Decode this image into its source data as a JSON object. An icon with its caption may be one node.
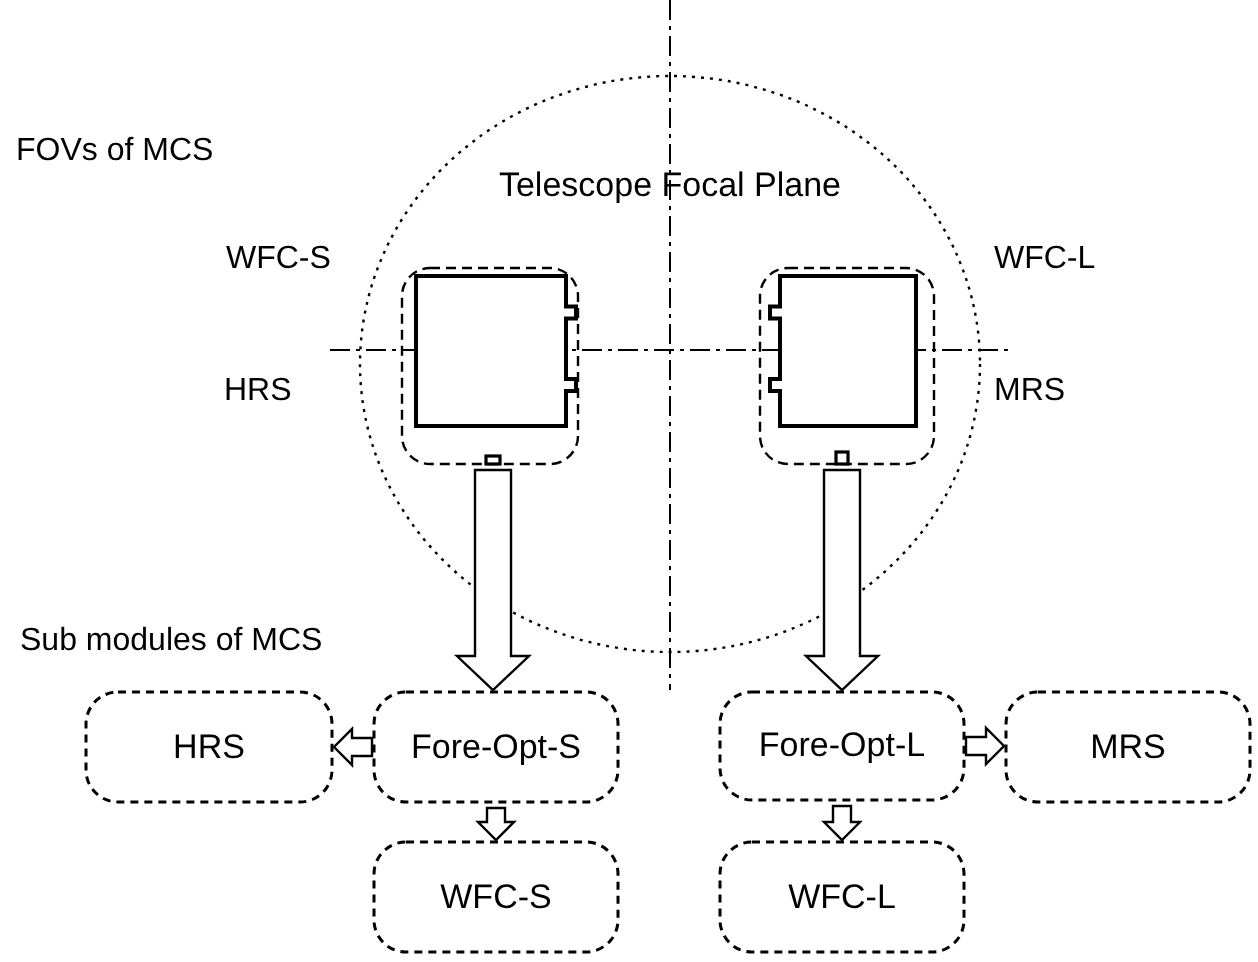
{
  "diagram": {
    "nodes": [
      {
        "text": [
          "Telescope Focal Plane"
        ]
      },
      {
        "text": [],
        "shape": "box",
        "in": 0
      },
      {
        "text": [],
        "shape": "box",
        "in": 1
      },
      {
        "text": [],
        "shape": "box",
        "in": 1
      },
      {
        "text": [],
        "shape": "box",
        "in": 0
      },
      {
        "text": [],
        "shape": "box",
        "in": 4
      },
      {
        "text": [],
        "shape": "box",
        "in": 4
      },
      {
        "text": [
          "HRS"
        ]
      },
      {
        "text": [
          "Fore-Opt-S"
        ]
      },
      {
        "text": [
          "Fore-Opt-L"
        ]
      },
      {
        "text": [
          "MRS"
        ]
      },
      {
        "text": [
          "WFC-S"
        ]
      },
      {
        "text": [
          "WFC-L"
        ]
      }
    ],
    "edges": [
      {
        "from": 3,
        "to": 8,
        "arrow": "to"
      },
      {
        "from": 6,
        "to": 9,
        "arrow": "to"
      },
      {
        "from": 8,
        "to": 7,
        "arrow": "to"
      },
      {
        "from": 8,
        "to": 11,
        "arrow": "to"
      },
      {
        "from": 9,
        "to": 10,
        "arrow": "to"
      },
      {
        "from": 9,
        "to": 12,
        "arrow": "to"
      }
    ],
    "labels": [
      "FOVs of MCS",
      "WFC-S",
      "WFC-L",
      "HRS",
      "MRS",
      "Sub modules of MCS"
    ]
  }
}
